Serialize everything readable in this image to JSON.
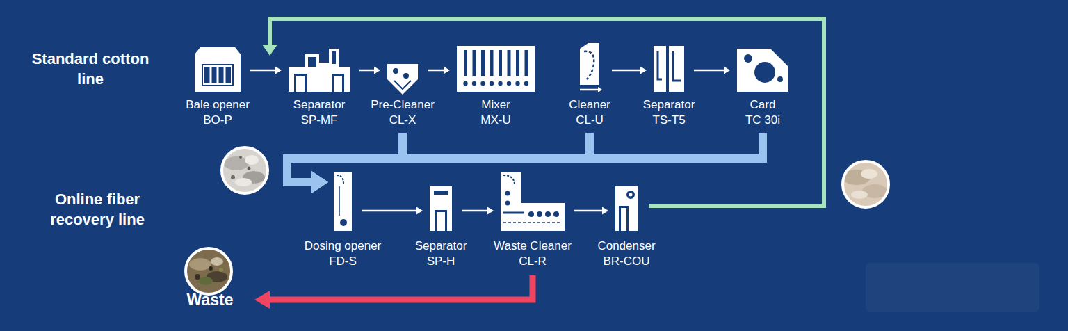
{
  "diagram": {
    "nodes": [
      {
        "text": [
          "Bale opener",
          "BO-P"
        ]
      },
      {
        "text": [
          "Separator",
          "SP-MF"
        ]
      },
      {
        "text": [
          "Pre-Cleaner",
          "CL-X"
        ]
      },
      {
        "text": [
          "Mixer",
          "MX-U"
        ]
      },
      {
        "text": [
          "Cleaner",
          "CL-U"
        ]
      },
      {
        "text": [
          "Separator",
          "TS-T5"
        ]
      },
      {
        "text": [
          "Card",
          "TC 30i"
        ]
      },
      {
        "text": [
          "Dosing opener",
          "FD-S"
        ]
      },
      {
        "text": [
          "Separator",
          "SP-H"
        ]
      },
      {
        "text": [
          "Waste Cleaner",
          "CL-R"
        ]
      },
      {
        "text": [
          "Condenser",
          "BR-COU"
        ]
      },
      {
        "text": [
          "Waste"
        ]
      }
    ],
    "edges": [
      {
        "from": 0,
        "to": 1,
        "arrow": "to"
      },
      {
        "from": 1,
        "to": 2,
        "arrow": "to"
      },
      {
        "from": 2,
        "to": 3,
        "arrow": "to"
      },
      {
        "from": 4,
        "to": 5,
        "arrow": "to"
      },
      {
        "from": 5,
        "to": 6,
        "arrow": "to"
      },
      {
        "from": 2,
        "to": 7,
        "arrow": "to"
      },
      {
        "from": 4,
        "to": 7,
        "arrow": "to"
      },
      {
        "from": 6,
        "to": 7,
        "arrow": "to"
      },
      {
        "from": 7,
        "to": 8,
        "arrow": "to"
      },
      {
        "from": 8,
        "to": 9,
        "arrow": "to"
      },
      {
        "from": 9,
        "to": 10,
        "arrow": "to"
      },
      {
        "from": 9,
        "to": 11,
        "arrow": "to"
      },
      {
        "from": 10,
        "to": 1,
        "arrow": "to"
      }
    ],
    "labels": [
      "Standard cotton line",
      "Online fiber recovery line"
    ]
  }
}
